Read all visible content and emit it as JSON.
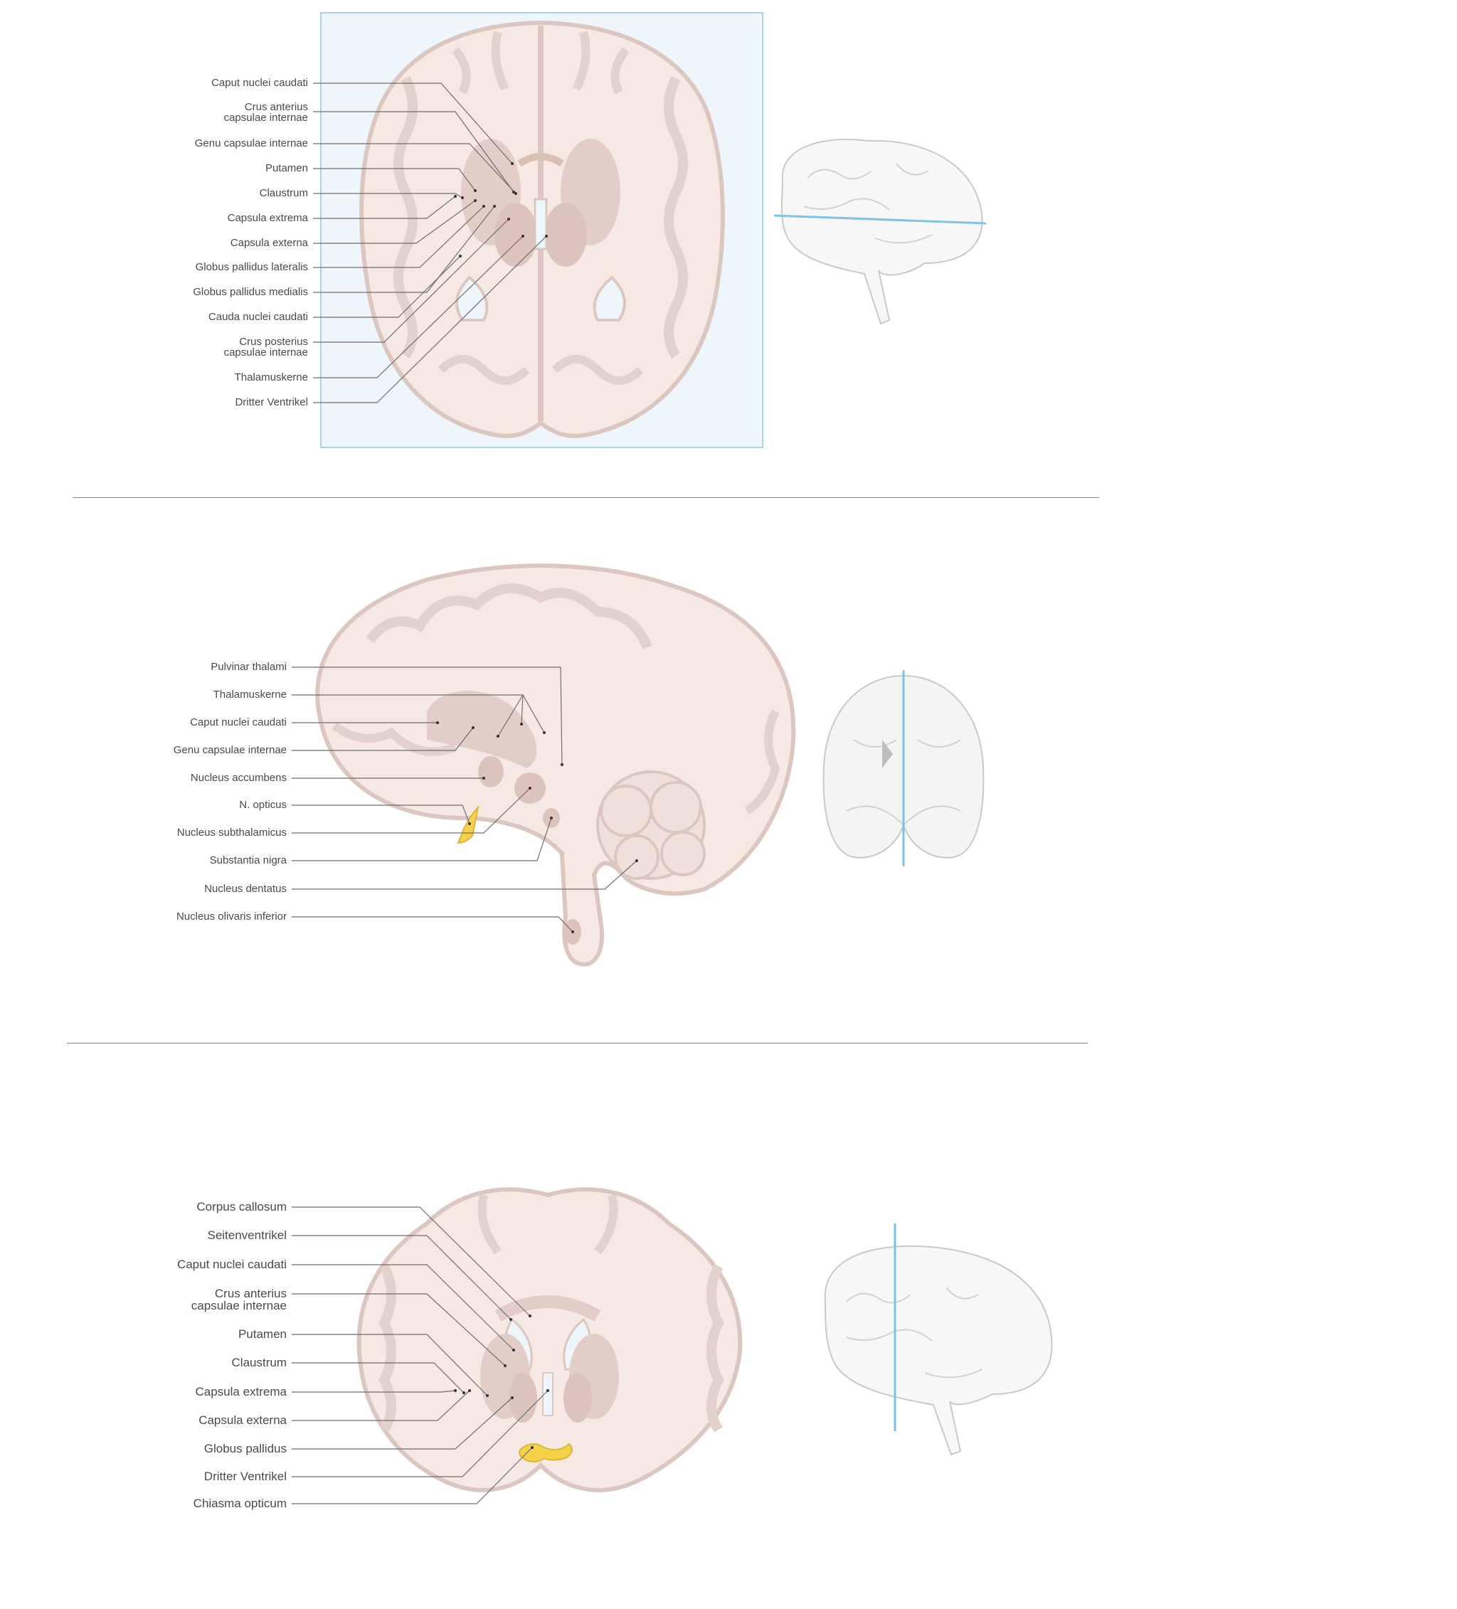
{
  "colors": {
    "frame_border": "#a9d4ec",
    "frame_fill": "#eef5fb",
    "tissue_light": "#f6e9e4",
    "tissue_outline": "#dcc6c0",
    "tissue_dark": "#e2cec6",
    "optic_yellow": "#f5d24a",
    "leader_line": "#6e6e6e",
    "plane_line": "#7ec3e6"
  },
  "panels": [
    {
      "id": "axial",
      "orientation_icon": "brain-lateral-horizontal-plane",
      "labels": [
        "Caput nuclei caudati",
        "Crus anterius\ncapsulae internae",
        "Genu capsulae internae",
        "Putamen",
        "Claustrum",
        "Capsula extrema",
        "Capsula externa",
        "Globus pallidus lateralis",
        "Globus pallidus medialis",
        "Cauda nuclei caudati",
        "Crus posterius\ncapsulae internae",
        "Thalamuskerne",
        "Dritter Ventrikel"
      ]
    },
    {
      "id": "sagittal",
      "orientation_icon": "brain-inferior-sagittal-plane",
      "labels": [
        "Pulvinar thalami",
        "Thalamuskerne",
        "Caput nuclei caudati",
        "Genu capsulae internae",
        "Nucleus accumbens",
        "N. opticus",
        "Nucleus subthalamicus",
        "Substantia nigra",
        "Nucleus dentatus",
        "Nucleus olivaris inferior"
      ]
    },
    {
      "id": "coronal",
      "orientation_icon": "brain-lateral-coronal-plane",
      "labels": [
        "Corpus callosum",
        "Seitenventrikel",
        "Caput nuclei caudati",
        "Crus anterius\ncapsulae internae",
        "Putamen",
        "Claustrum",
        "Capsula extrema",
        "Capsula externa",
        "Globus pallidus",
        "Dritter Ventrikel",
        "Chiasma opticum"
      ]
    }
  ]
}
